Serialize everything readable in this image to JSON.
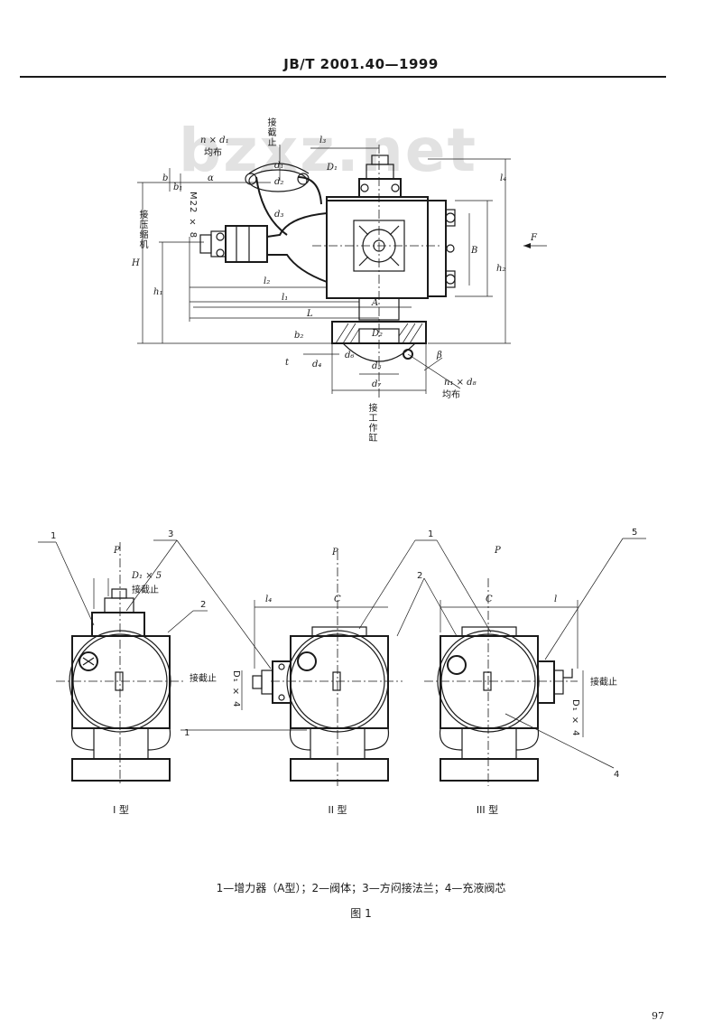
{
  "header": {
    "title": "JB/T  2001.40—1999"
  },
  "watermark": {
    "text": "bzxz.net"
  },
  "drawing_top": {
    "labels": {
      "port_upper": "接截止",
      "port_left": "接压缩机",
      "port_bottom": "接工作缸",
      "bolt_upper": "n × d₁",
      "bolt_upper_note": "均布",
      "bolt_lower": "n₁ × d₈",
      "bolt_lower_note": "均布",
      "thread": "M22 × 8",
      "dim_l3": "l₃",
      "dim_l4": "l₄",
      "dim_l2": "l₂",
      "dim_l1": "l₁",
      "dim_L": "L",
      "dim_A": "A",
      "dim_B": "B",
      "dim_H": "H",
      "dim_h1": "h₁",
      "dim_h2": "h₂",
      "dim_D1": "D₁",
      "dim_D2": "D₂",
      "dim_d1": "d₁",
      "dim_d2": "d₂",
      "dim_d3": "d₃",
      "dim_d4": "d₄",
      "dim_d5": "d₅",
      "dim_d6": "d₆",
      "dim_d7": "d₇",
      "dim_b": "b",
      "dim_b1": "b₁",
      "dim_b2": "b₂",
      "dim_t": "t",
      "dim_beta": "β",
      "dim_alpha": "α",
      "arrow_F": "F"
    }
  },
  "drawing_bottom": {
    "views": [
      {
        "type_label": "I 型",
        "p_label": "P"
      },
      {
        "type_label": "II 型",
        "p_label": "P"
      },
      {
        "type_label": "III 型",
        "p_label": "P"
      }
    ],
    "callouts": [
      "1",
      "3",
      "2",
      "1",
      "2",
      "5",
      "1",
      "4"
    ],
    "labels": {
      "d1x5": "D₁ × 5",
      "port_side": "接截止",
      "port_side_left": "接截止",
      "port_side_right": "接截止",
      "d1x4_left": "D₁ × 4",
      "d1x4_right": "D₁ × 4",
      "dim_C1": "C",
      "dim_C2": "C",
      "dim_l4": "l₄",
      "dim_l": "l"
    }
  },
  "caption": {
    "text": "1—增力器（A型）；2—阀体；3—方闷接法兰；4—充液阀芯",
    "figure": "图 1"
  },
  "page_number": "97"
}
